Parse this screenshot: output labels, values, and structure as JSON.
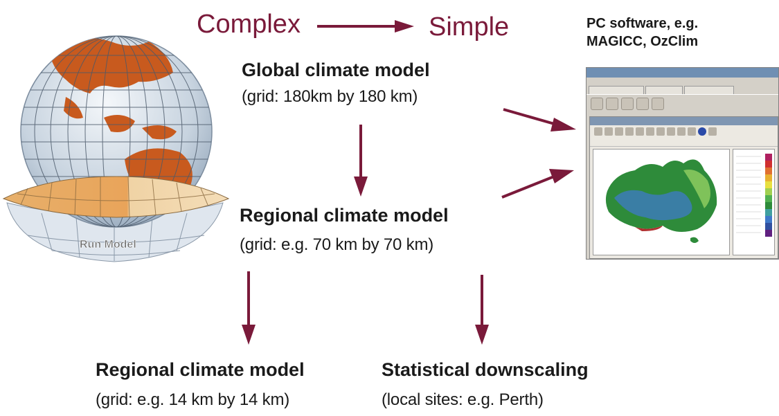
{
  "header": {
    "complex": "Complex",
    "simple": "Simple"
  },
  "pc_software": {
    "line1": "PC software, e.g.",
    "line2": "MAGICC, OzClim"
  },
  "globe": {
    "label": "Run Model"
  },
  "global_model": {
    "title": "Global climate model",
    "grid": "(grid: 180km by 180 km)"
  },
  "regional_model": {
    "title": "Regional climate model",
    "grid": "(grid: e.g. 70 km by 70 km)"
  },
  "regional_model_fine": {
    "title": "Regional climate model",
    "grid": "(grid: e.g. 14 km by 14 km)"
  },
  "statistical": {
    "title": "Statistical downscaling",
    "sites": "(local sites: e.g. Perth)"
  },
  "colors": {
    "arrow": "#7a1a3a",
    "ocean_grid": "#c9d6e3",
    "land": "#c85a1e",
    "ring": "#e0a25c",
    "map_green": "#2e8b3a",
    "map_blue": "#3f79c9"
  }
}
